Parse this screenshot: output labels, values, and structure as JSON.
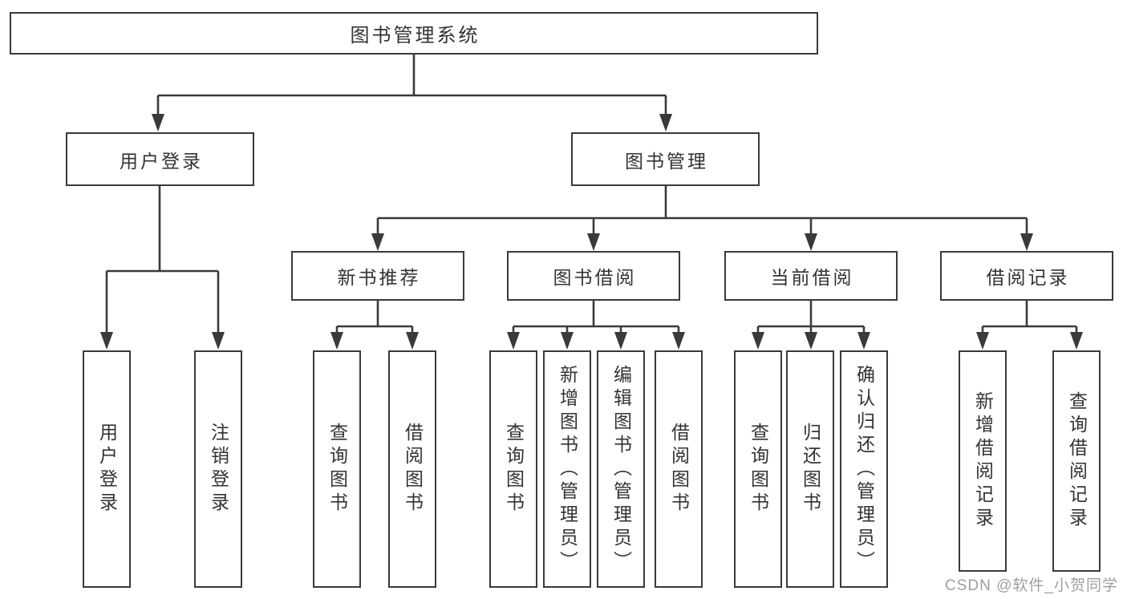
{
  "diagram": {
    "title": "图书管理系统",
    "tree": {
      "root": {
        "label": "图书管理系统"
      },
      "branches": [
        {
          "label": "用户登录",
          "children": [
            {
              "label": "用户登录"
            },
            {
              "label": "注销登录"
            }
          ]
        },
        {
          "label": "图书管理",
          "children": [
            {
              "label": "新书推荐",
              "children": [
                {
                  "label": "查询图书"
                },
                {
                  "label": "借阅图书"
                }
              ]
            },
            {
              "label": "图书借阅",
              "children": [
                {
                  "label": "查询图书"
                },
                {
                  "label": "新增图书（管理员）"
                },
                {
                  "label": "编辑图书（管理员）"
                },
                {
                  "label": "借阅图书"
                }
              ]
            },
            {
              "label": "当前借阅",
              "children": [
                {
                  "label": "查询图书"
                },
                {
                  "label": "归还图书"
                },
                {
                  "label": "确认归还（管理员）"
                }
              ]
            },
            {
              "label": "借阅记录",
              "children": [
                {
                  "label": "新增借阅记录"
                },
                {
                  "label": "查询借阅记录"
                }
              ]
            }
          ]
        }
      ]
    },
    "colors": {
      "line": "#3a3a3a",
      "text": "#333333",
      "background": "#ffffff",
      "watermark_gray": "#9e9e9e"
    }
  },
  "watermark": {
    "text": "CSDN @软件_小贺同学"
  }
}
